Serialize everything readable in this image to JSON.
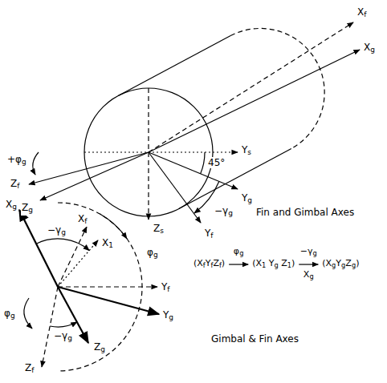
{
  "diagram": {
    "labels": [
      "Xf",
      "Xg",
      "Ys",
      "45°",
      "Yg",
      "−γg",
      "Yf",
      "+φg",
      "Zf",
      "Zg",
      "Zs",
      "Fin and Gimbal Axes",
      "Xg",
      "−γg",
      "Xf",
      "X1",
      "φg",
      "Yf",
      "Yg",
      "φg",
      "−γg",
      "Zg",
      "Zf",
      "(XfYfZf)",
      "φg",
      "(X1 Yg Z1)",
      "−γg",
      "Xg",
      "(XgYgZg)",
      "Gimbal & Fin Axes"
    ]
  }
}
